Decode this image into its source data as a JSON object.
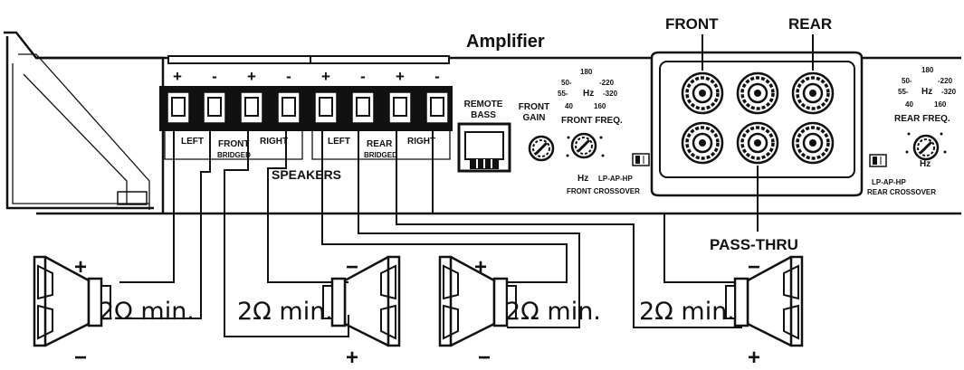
{
  "amplifier": {
    "title": "Amplifier",
    "polarity_signs": [
      "+",
      "-",
      "+",
      "-",
      "+",
      "-",
      "+",
      "-"
    ],
    "front_channel": {
      "left": "LEFT",
      "center": "FRONT",
      "right": "RIGHT",
      "bridged": "BRIDGED"
    },
    "rear_channel": {
      "left": "LEFT",
      "center": "REAR",
      "right": "RIGHT",
      "bridged": "BRIDGED"
    },
    "speakers_label": "SPEAKERS",
    "remote_bass": [
      "REMOTE",
      "BASS"
    ],
    "front_gain": [
      "FRONT",
      "GAIN"
    ],
    "front_freq": {
      "label": "FRONT FREQ.",
      "hz": "Hz",
      "scale": [
        "180",
        "50-",
        "-220",
        "55-",
        "-320",
        "40",
        "160"
      ],
      "switch": "LP-AP-HP",
      "crossover": "FRONT CROSSOVER"
    },
    "rear_freq": {
      "label": "REAR FREQ.",
      "hz": "Hz",
      "scale": [
        "180",
        "50-",
        "-220",
        "55-",
        "-320",
        "40",
        "160"
      ],
      "switch": "LP-AP-HP",
      "crossover": "REAR CROSSOVER"
    },
    "rca": {
      "front": "FRONT",
      "rear": "REAR",
      "pass_thru": "PASS-THRU"
    }
  },
  "speakers": [
    {
      "impedance": "2Ω min.",
      "top_sign": "+",
      "bottom_sign": "−"
    },
    {
      "impedance": "2Ω min.",
      "top_sign": "−",
      "bottom_sign": "+"
    },
    {
      "impedance": "2Ω min.",
      "top_sign": "+",
      "bottom_sign": "−"
    },
    {
      "impedance": "2Ω min.",
      "top_sign": "−",
      "bottom_sign": "+"
    }
  ]
}
